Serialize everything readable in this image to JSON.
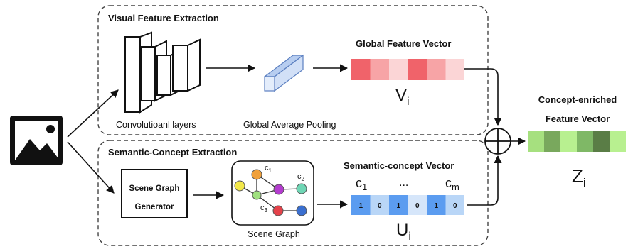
{
  "visual_section": {
    "title": "Visual Feature Extraction",
    "conv_label": "Convolutioanl layers",
    "gap_label": "Global Average Pooling",
    "global_vector_title": "Global Feature Vector",
    "global_vector_symbol": "V",
    "global_vector_subscript": "i",
    "global_vector_colors": [
      "#f0636a",
      "#f7a4a6",
      "#fbd5d6",
      "#f0636a",
      "#f7a4a6",
      "#fbd5d6"
    ]
  },
  "semantic_section": {
    "title": "Semantic-Concept Extraction",
    "generator_line1": "Scene Graph",
    "generator_line2": "Generator",
    "scene_graph_label": "Scene Graph",
    "scene_graph_nodes": [
      {
        "label": "c",
        "sub": "1"
      },
      {
        "label": "c",
        "sub": "2"
      },
      {
        "label": "c",
        "sub": "3"
      }
    ],
    "semantic_vector_title": "Semantic-concept Vector",
    "vector_first_label": "c",
    "vector_first_sub": "1",
    "vector_ellipsis": "...",
    "vector_last_label": "c",
    "vector_last_sub": "m",
    "vector_cells": [
      {
        "value": "1",
        "color": "#5b9cf0"
      },
      {
        "value": "0",
        "color": "#b9d6f7"
      },
      {
        "value": "1",
        "color": "#5b9cf0"
      },
      {
        "value": "0",
        "color": "#d6e6fa"
      },
      {
        "value": "1",
        "color": "#5b9cf0"
      },
      {
        "value": "0",
        "color": "#b9d6f7"
      }
    ],
    "semantic_vector_symbol": "U",
    "semantic_vector_subscript": "i"
  },
  "output": {
    "title_line1": "Concept-enriched",
    "title_line2": "Feature Vector",
    "symbol": "Z",
    "subscript": "i",
    "colors": [
      "#a6e07f",
      "#79a85d",
      "#b8f090",
      "#7fb866",
      "#5a7d46",
      "#b8f090"
    ]
  },
  "icons": {
    "input": "image-placeholder-icon",
    "combine": "circle-plus-icon"
  }
}
